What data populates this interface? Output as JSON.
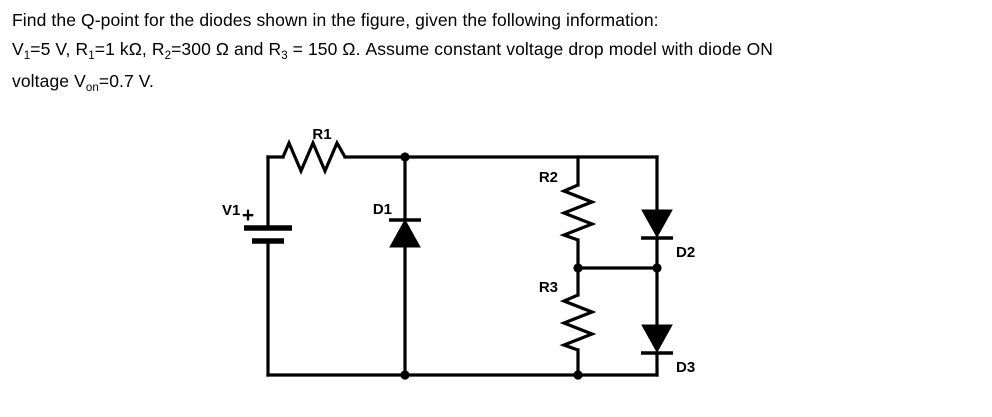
{
  "problem": {
    "line1": "Find the Q-point for the diodes shown in the figure, given the following information:",
    "line2_parts": {
      "v1_sym": "V",
      "v1_sub": "1",
      "v1_val": "=5 V, ",
      "r1_sym": "R",
      "r1_sub": "1",
      "r1_val": "=1 kΩ, ",
      "r2_sym": "R",
      "r2_sub": "2",
      "r2_val": "=300 Ω and ",
      "r3_sym": "R",
      "r3_sub": "3",
      "r3_val": " = 150 Ω. Assume constant voltage drop model with diode ON"
    },
    "line3_parts": {
      "prefix": "voltage V",
      "von_sub": "on",
      "suffix": "=0.7 V."
    }
  },
  "circuit": {
    "title": "diode-network-schematic",
    "source_label": "V1",
    "source_polarity": "+",
    "components": [
      {
        "id": "R1",
        "label": "R1",
        "type": "resistor",
        "orientation": "horizontal",
        "value": "1 kΩ"
      },
      {
        "id": "R2",
        "label": "R2",
        "type": "resistor",
        "orientation": "vertical",
        "value": "300 Ω"
      },
      {
        "id": "R3",
        "label": "R3",
        "type": "resistor",
        "orientation": "vertical",
        "value": "150 Ω"
      },
      {
        "id": "D1",
        "label": "D1",
        "type": "diode",
        "direction": "up"
      },
      {
        "id": "D2",
        "label": "D2",
        "type": "diode",
        "direction": "down"
      },
      {
        "id": "D3",
        "label": "D3",
        "type": "diode",
        "direction": "down"
      }
    ],
    "labels": {
      "r1": "R1",
      "r2": "R2",
      "r3": "R3",
      "d1": "D1",
      "d2": "D2",
      "d3": "D3",
      "v1": "V1",
      "plus": "+"
    }
  },
  "colors": {
    "ink": "#000000",
    "background": "#ffffff"
  }
}
